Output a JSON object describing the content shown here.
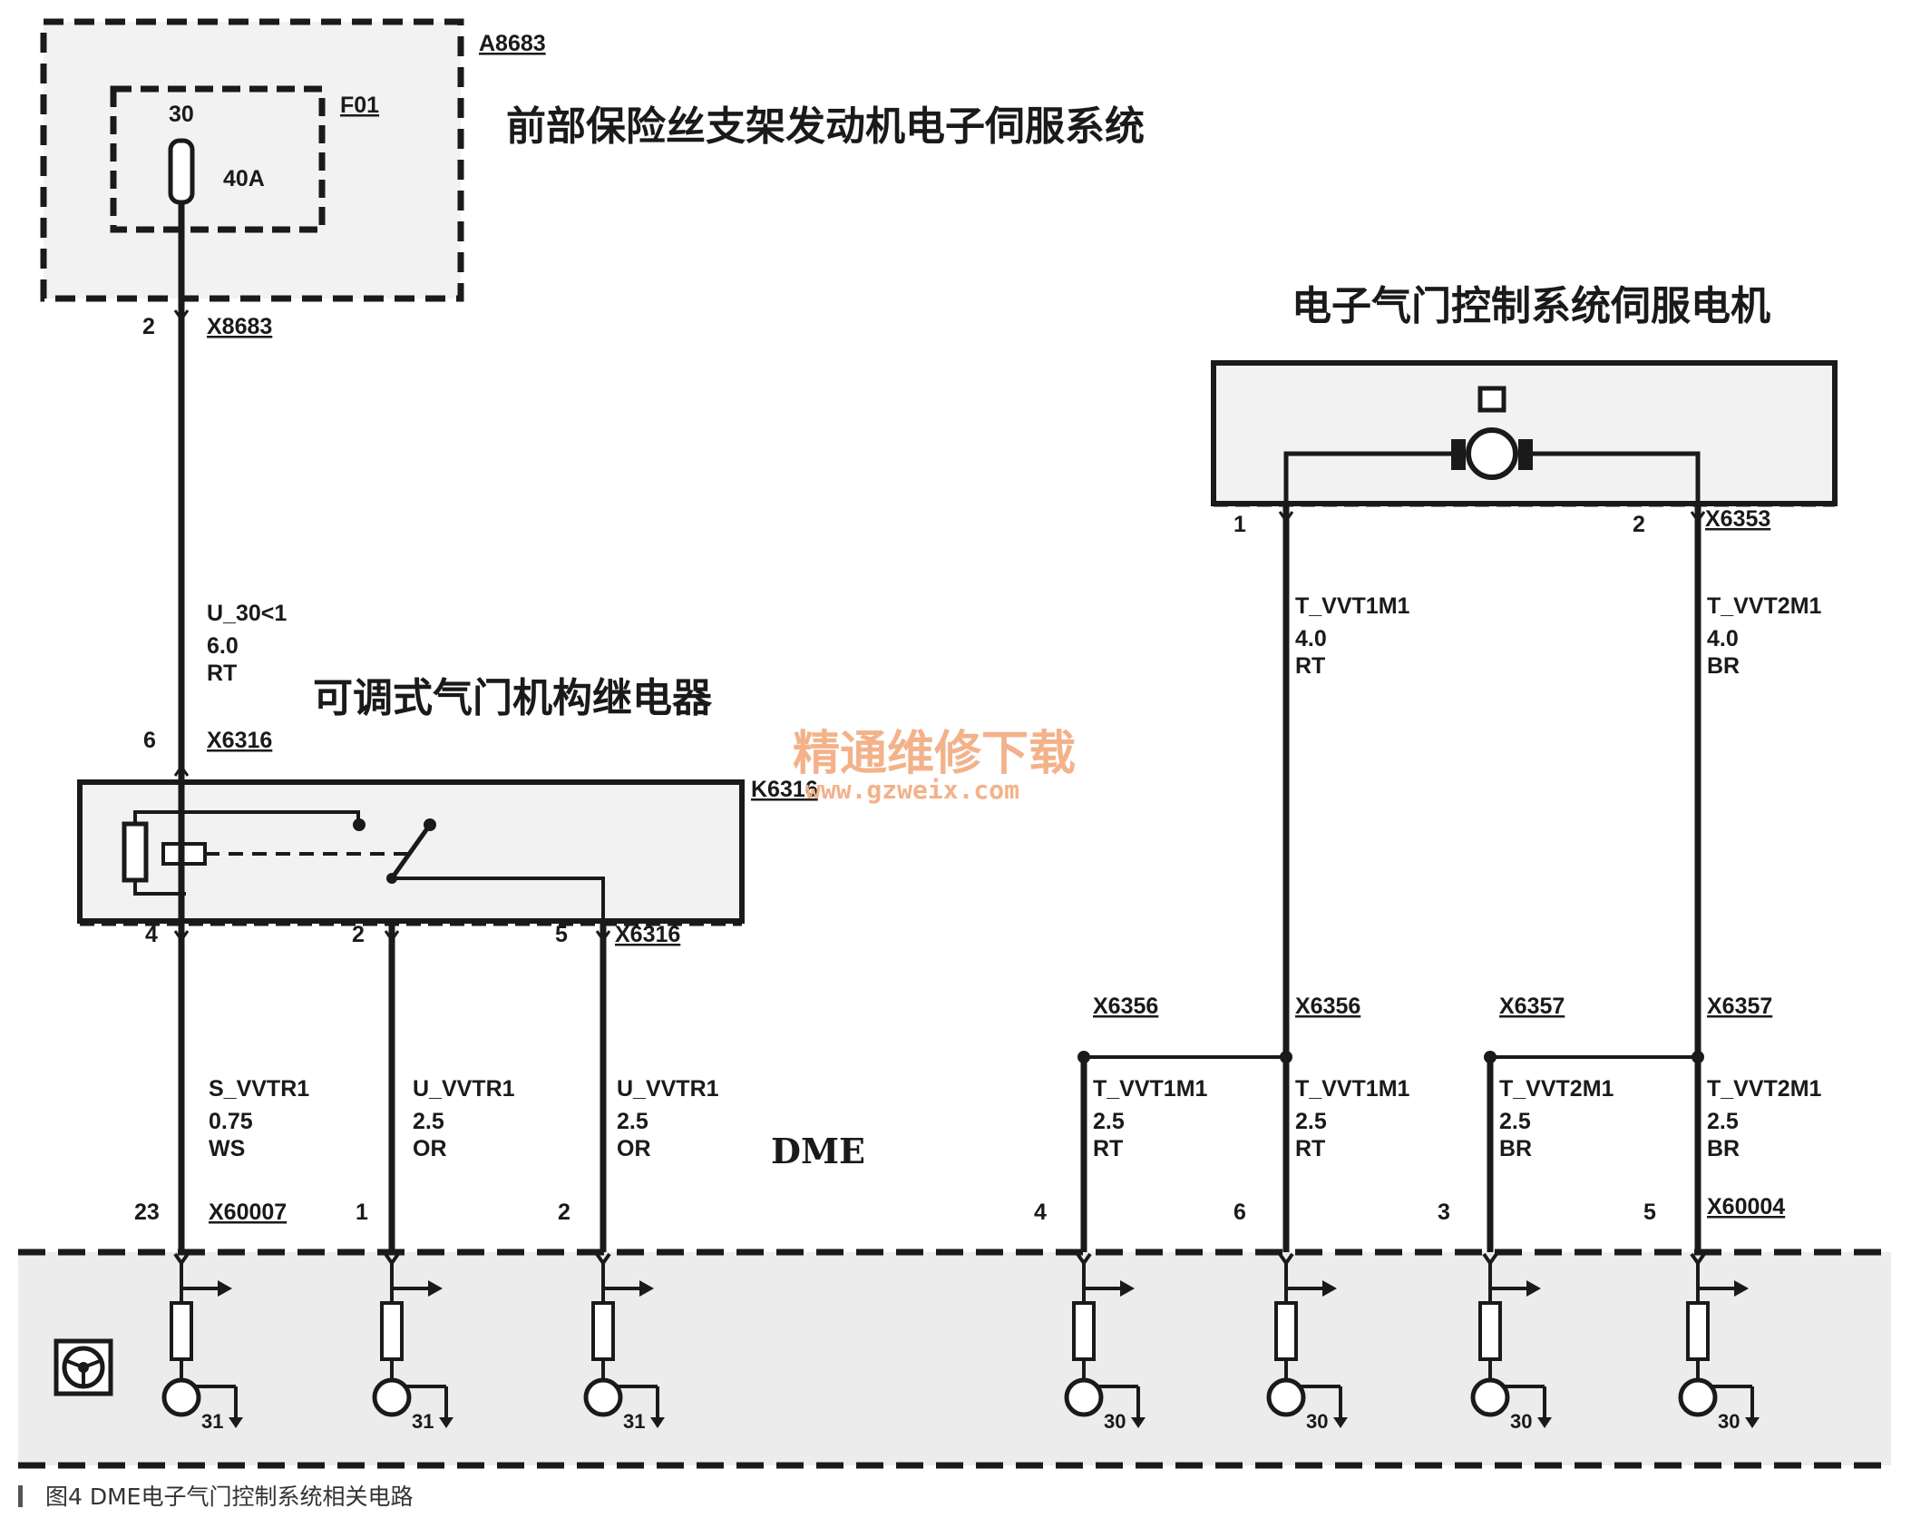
{
  "fuse_box": {
    "ref": "A8683",
    "title": "前部保险丝支架发动机电子伺服系统",
    "fuse_ref": "F01",
    "fuse_pin": "30",
    "fuse_rating": "40A",
    "out_pin": "2",
    "out_connector": "X8683"
  },
  "supply_wire": {
    "name": "U_30<1",
    "gauge": "6.0",
    "color": "RT"
  },
  "relay": {
    "title": "可调式气门机构继电器",
    "ref": "K6316",
    "top_pin": "6",
    "top_connector": "X6316",
    "bottom_connector": "X6316",
    "bottom_pins": [
      "4",
      "2",
      "5"
    ]
  },
  "motor": {
    "title": "电子气门控制系统伺服电机",
    "symbol": "M",
    "pins": [
      "1",
      "2"
    ],
    "connector": "X6353",
    "wires": [
      {
        "name": "T_VVT1M1",
        "gauge": "4.0",
        "color": "RT"
      },
      {
        "name": "T_VVT2M1",
        "gauge": "4.0",
        "color": "BR"
      }
    ]
  },
  "splice_connectors": [
    "X6356",
    "X6356",
    "X6357",
    "X6357"
  ],
  "dme": {
    "label": "DME",
    "connector_left": "X60007",
    "connector_right": "X60004",
    "pins": [
      "23",
      "1",
      "2",
      "4",
      "6",
      "3",
      "5"
    ],
    "wires": [
      {
        "name": "S_VVTR1",
        "gauge": "0.75",
        "color": "WS"
      },
      {
        "name": "U_VVTR1",
        "gauge": "2.5",
        "color": "OR"
      },
      {
        "name": "U_VVTR1",
        "gauge": "2.5",
        "color": "OR"
      },
      {
        "name": "T_VVT1M1",
        "gauge": "2.5",
        "color": "RT"
      },
      {
        "name": "T_VVT1M1",
        "gauge": "2.5",
        "color": "RT"
      },
      {
        "name": "T_VVT2M1",
        "gauge": "2.5",
        "color": "BR"
      },
      {
        "name": "T_VVT2M1",
        "gauge": "2.5",
        "color": "BR"
      }
    ],
    "ground_labels": [
      "31",
      "31",
      "31",
      "30",
      "30",
      "30",
      "30"
    ],
    "icon": "steering-wheel-icon"
  },
  "watermark": {
    "text": "精通维修下载",
    "url": "www.gzweix.com",
    "color": "#f3b28a"
  },
  "caption": "图4  DME电子气门控制系统相关电路",
  "colors": {
    "line": "#1a1a1a",
    "dme_fill": "#ececec",
    "box_fill": "#f2f2f2"
  }
}
